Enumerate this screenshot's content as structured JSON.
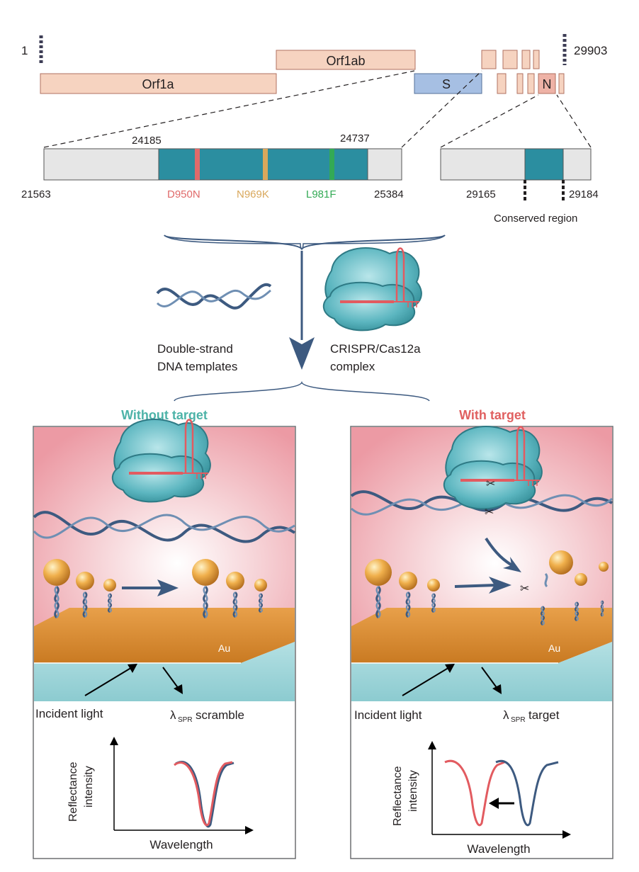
{
  "genome": {
    "start": "1",
    "end": "29903",
    "genes": {
      "orf1a": "Orf1a",
      "orf1ab": "Orf1ab",
      "s": "S",
      "n": "N"
    }
  },
  "s_detail": {
    "left_pos": "21563",
    "right_pos": "25384",
    "region_start": "24185",
    "region_end": "24737",
    "mutations": [
      {
        "label": "D950N",
        "color": "#e06a6a"
      },
      {
        "label": "N969K",
        "color": "#d9a85c"
      },
      {
        "label": "L981F",
        "color": "#33aa55"
      }
    ]
  },
  "n_detail": {
    "left_pos": "29165",
    "right_pos": "29184",
    "caption": "Conserved region"
  },
  "components": {
    "dna_label_1": "Double-strand",
    "dna_label_2": "DNA templates",
    "crispr_label_1": "CRISPR/Cas12a",
    "crispr_label_2": "complex"
  },
  "panels": {
    "left": {
      "title": "Without target",
      "title_color": "#4db3a8",
      "metal": "Au",
      "incident": "Incident light",
      "lambda": "λ",
      "lambda_sub": "SPR",
      "lambda_suffix": "scramble",
      "ylabel_1": "Reflectance",
      "ylabel_2": "intensity",
      "xlabel": "Wavelength"
    },
    "right": {
      "title": "With target",
      "title_color": "#e06060",
      "metal": "Au",
      "incident": "Incident light",
      "lambda": "λ",
      "lambda_sub": "SPR",
      "lambda_suffix": "target",
      "ylabel_1": "Reflectance",
      "ylabel_2": "intensity",
      "xlabel": "Wavelength"
    }
  },
  "colors": {
    "gene_box": "#f6d3c0",
    "s_box": "#a6bfe3",
    "n_box": "#eeb2a6",
    "region": "#2b8ea0",
    "gray_box": "#e6e6e6",
    "curve_red": "#e25b60",
    "curve_blue": "#3d5a80"
  }
}
